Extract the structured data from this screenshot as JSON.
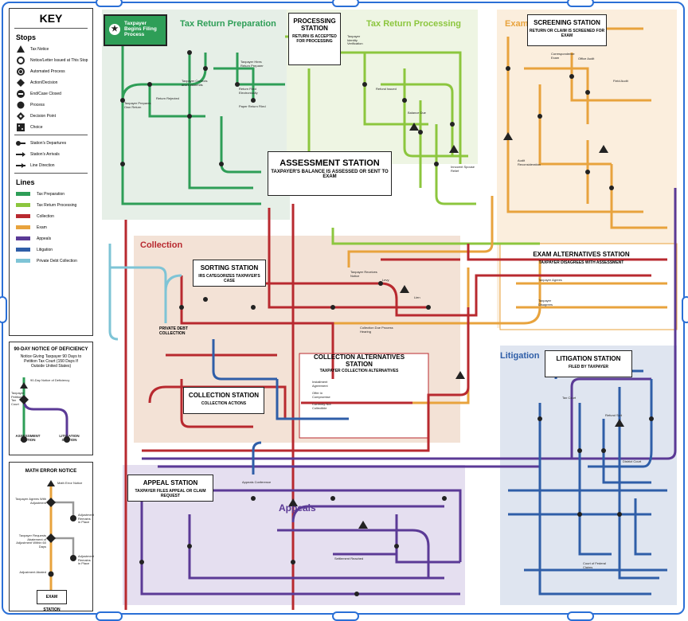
{
  "key": {
    "title": "KEY",
    "stops_title": "Stops",
    "stops": [
      "Tax Notice",
      "Notice/Letter Issued at This Stop",
      "Automated Process",
      "Action/Decision",
      "End/Case Closed",
      "Process",
      "Decision Point",
      "Choice"
    ],
    "line_symbols": [
      "Station's Departures",
      "Station's Arrivals",
      "Line Direction"
    ],
    "lines_title": "Lines",
    "lines": [
      {
        "name": "Tax Preparation",
        "color": "#2e9e57"
      },
      {
        "name": "Tax Return Processing",
        "color": "#8cc63e"
      },
      {
        "name": "Collection",
        "color": "#b8292f"
      },
      {
        "name": "Exam",
        "color": "#e8a33d"
      },
      {
        "name": "Appeals",
        "color": "#5b3a96"
      },
      {
        "name": "Litigation",
        "color": "#2f5ea8"
      },
      {
        "name": "Private Debt Collection",
        "color": "#7ec4d6"
      }
    ]
  },
  "deficiency": {
    "title": "90-DAY NOTICE OF DEFICIENCY",
    "subtitle": "Notice Giving Taxpayer 90 Days to Petition Tax Court (150 Days If Outside United States)",
    "notice": "90-Day Notice of Deficiency",
    "choice": "Taxpayer Petitions Tax Court",
    "assessment": "ASSESSMENT STATION",
    "litigation": "LITIGATION STATION"
  },
  "math_error": {
    "title": "MATH ERROR NOTICE",
    "notice": "Math Error Notice",
    "agrees": "Taxpayer Agrees With Adjustment",
    "abatement": "Adjustment Remains in Place",
    "requests": "Taxpayer Requests Abatement of Adjustment Within 60 Days",
    "abated": "Adjustment Abated",
    "exam": "EXAM STATION"
  },
  "regions": {
    "tax_prep": "Tax Return Preparation",
    "tax_proc": "Tax Return Processing",
    "exam": "Exam",
    "collection": "Collection",
    "appeals": "Appeals",
    "litigation": "Litigation"
  },
  "stations": {
    "begins": "Taxpayer Begins Filing Process",
    "processing": {
      "name": "PROCESSING STATION",
      "sub": "RETURN IS ACCEPTED FOR PROCESSING"
    },
    "screening": {
      "name": "SCREENING STATION",
      "sub": "RETURN OR CLAIM IS SCREENED FOR EXAM"
    },
    "assessment": {
      "name": "ASSESSMENT STATION",
      "sub": "TAXPAYER'S BALANCE IS ASSESSED OR SENT TO EXAM"
    },
    "exam_alt": {
      "name": "EXAM ALTERNATIVES STATION",
      "sub": "TAXPAYER DISAGREES WITH ASSESSMENT"
    },
    "sorting": {
      "name": "SORTING STATION",
      "sub": "IRS CATEGORIZES TAXPAYER'S CASE"
    },
    "private_debt": "PRIVATE DEBT COLLECTION",
    "collection_alt": {
      "name": "COLLECTION ALTERNATIVES STATION",
      "sub": "TAXPAYER COLLECTION ALTERNATIVES"
    },
    "collection": {
      "name": "COLLECTION STATION",
      "sub": "COLLECTION ACTIONS"
    },
    "litigation": {
      "name": "LITIGATION STATION",
      "sub": "FILED BY TAXPAYER"
    },
    "appeal": {
      "name": "APPEAL STATION",
      "sub": "TAXPAYER FILES APPEAL OR CLAIM REQUEST"
    }
  },
  "small_labels": [
    "Taxpayer Prepares Own Return",
    "Taxpayer Hires Return Preparer",
    "Return Rejected",
    "Taxpayer Corrects and Resubmits",
    "Return Filed Electronically",
    "Paper Return Filed",
    "Taxpayer Identity Verification",
    "Refund Issued",
    "Balance Due",
    "Taxpayer Receives Notice",
    "Installment Agreement",
    "Offer in Compromise",
    "Currently Not Collectible",
    "Levy",
    "Lien",
    "Collection Due Process Hearing",
    "Tax Court",
    "District Court",
    "Court of Federal Claims",
    "Appeals Conference",
    "Settlement Reached",
    "Correspondence Exam",
    "Office Audit",
    "Field Audit",
    "Taxpayer Agrees",
    "Taxpayer Disagrees",
    "Audit Reconsideration",
    "Innocent Spouse Relief",
    "Refund Suit"
  ],
  "colors": {
    "tax_prep": "#2e9e57",
    "tax_proc": "#8cc63e",
    "collection": "#b8292f",
    "exam": "#e8a33d",
    "appeals": "#5b3a96",
    "litigation": "#2f5ea8",
    "pdc": "#7ec4d6"
  }
}
